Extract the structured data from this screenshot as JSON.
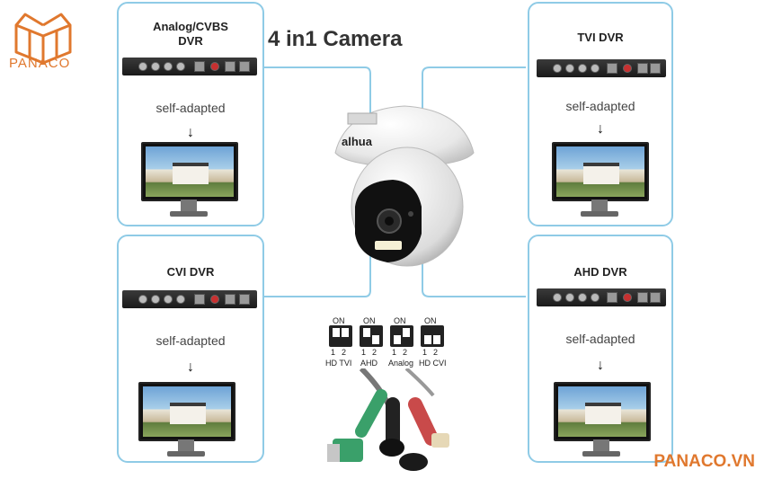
{
  "brand": {
    "name": "PANACO",
    "site": "PANACO.VN",
    "color": "#e0782e"
  },
  "title": "4 in1 Camera",
  "camera_brand": "alhua",
  "self_adapted": "self-adapted",
  "arrow": "↓",
  "boxes": {
    "analog": {
      "title_line1": "Analog/CVBS",
      "title_line2": "DVR"
    },
    "tvi": {
      "title": "TVI DVR"
    },
    "cvi": {
      "title": "CVI DVR"
    },
    "ahd": {
      "title": "AHD DVR"
    }
  },
  "switches": {
    "on": "ON",
    "one": "1",
    "two": "2",
    "labels": [
      "HD TVI",
      "AHD",
      "Analog",
      "HD CVI"
    ]
  },
  "colors": {
    "border": "#8fcbe6",
    "connector_green": "#3aa06a",
    "connector_red": "#c94a4a"
  }
}
